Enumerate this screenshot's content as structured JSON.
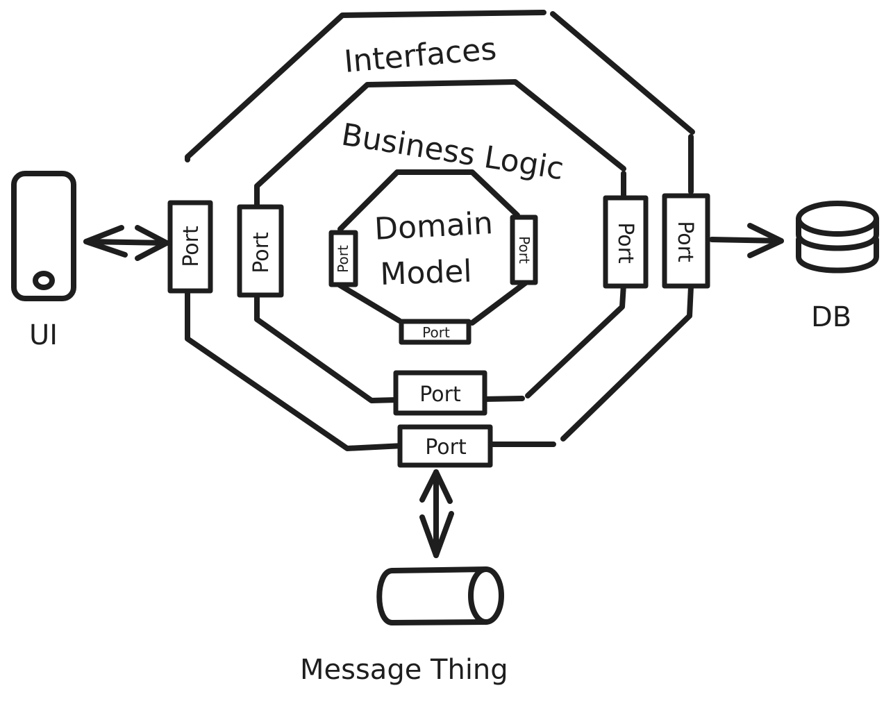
{
  "layers": {
    "outer": "Interfaces",
    "middle": "Business Logic",
    "inner_line1": "Domain",
    "inner_line2": "Model"
  },
  "ports": {
    "label": "Port"
  },
  "externals": {
    "ui": "UI",
    "db": "DB",
    "message": "Message Thing"
  }
}
